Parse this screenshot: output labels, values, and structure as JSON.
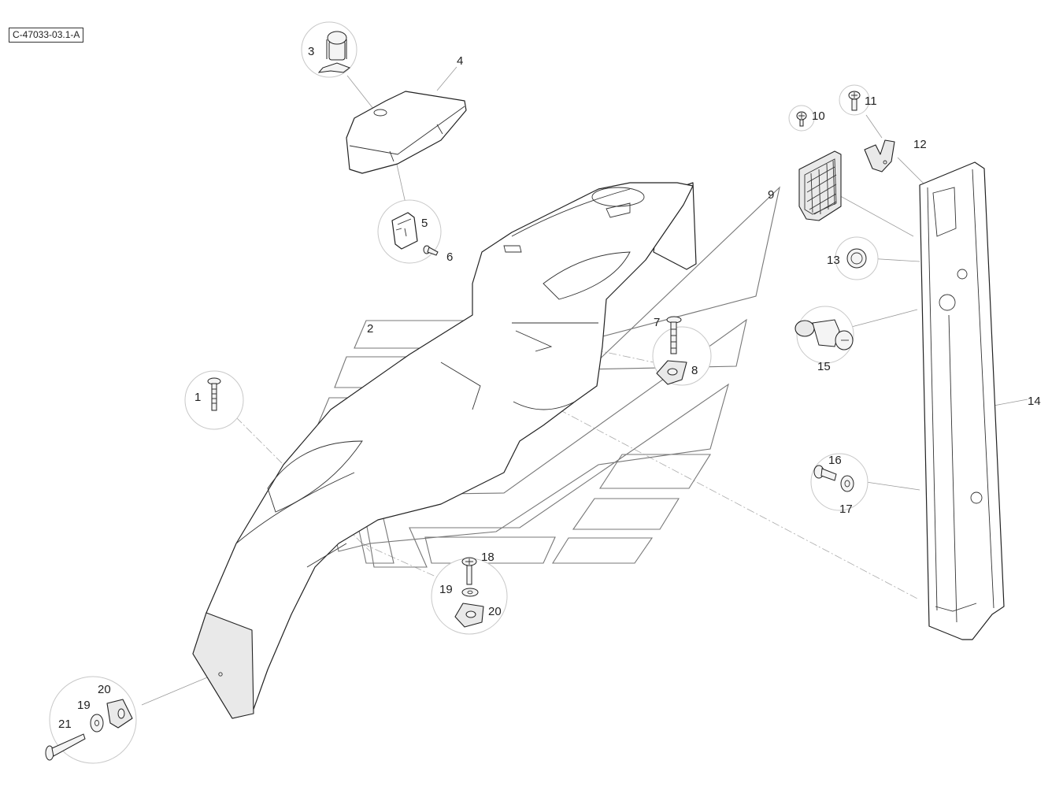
{
  "diagram": {
    "reference_code": "C-47033-03.1-A",
    "callouts": [
      "1",
      "2",
      "3",
      "4",
      "5",
      "6",
      "7",
      "8",
      "9",
      "10",
      "11",
      "12",
      "13",
      "14",
      "15",
      "16",
      "17",
      "18",
      "19",
      "20",
      "21"
    ],
    "callout_19b": "19",
    "callout_20b": "20"
  }
}
